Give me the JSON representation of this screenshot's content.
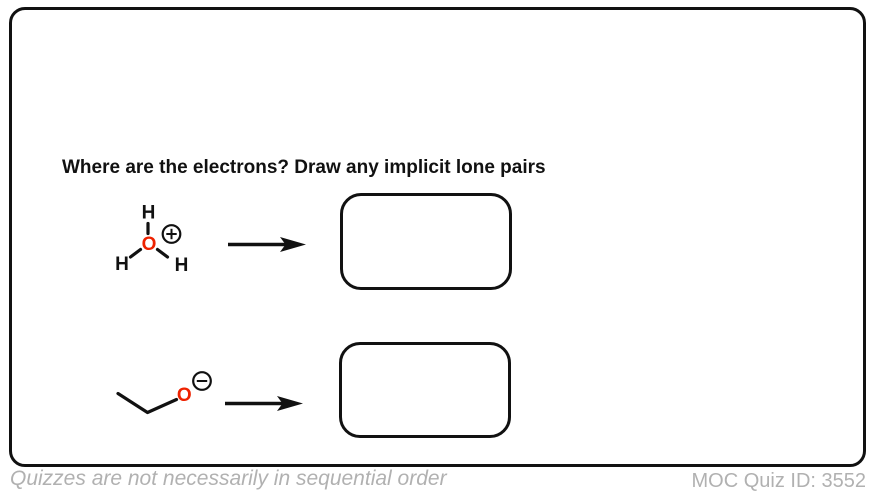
{
  "question": {
    "prompt": "Where are the electrons? Draw any implicit lone pairs"
  },
  "problems": [
    {
      "molecule": "hydronium-ion",
      "atom_labels": {
        "top_h": "H",
        "left_h": "H",
        "right_h": "H",
        "oxygen": "O"
      },
      "charge": "+",
      "charge_icon": "circled-plus"
    },
    {
      "molecule": "ethoxide-ion",
      "atom_labels": {
        "oxygen": "O"
      },
      "charge": "−",
      "charge_icon": "circled-minus"
    }
  ],
  "footer": {
    "left_note": "Quizzes are not necessarily in sequential order",
    "quiz_id": "MOC Quiz ID: 3552"
  },
  "colors": {
    "ink": "#111111",
    "oxygen_red": "#ee2200",
    "footer_gray": "#b1b1b1",
    "background": "#ffffff"
  }
}
